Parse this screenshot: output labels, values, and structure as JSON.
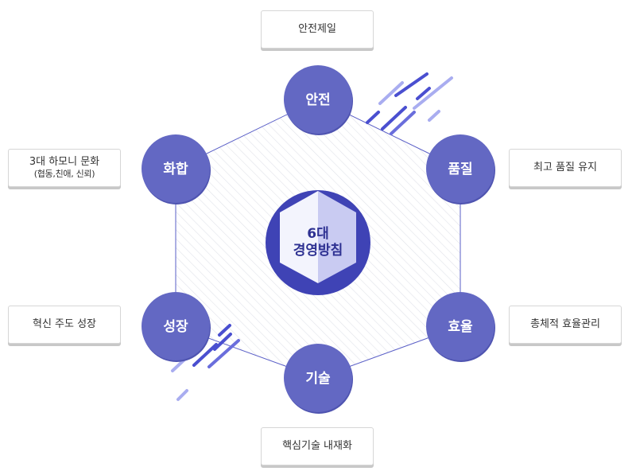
{
  "center": {
    "line1": "6대",
    "line2": "경영방침"
  },
  "nodes": {
    "safety": "안전",
    "quality": "품질",
    "efficiency": "효율",
    "technology": "기술",
    "growth": "성장",
    "harmony": "화합"
  },
  "boxes": {
    "safety": {
      "main": "안전제일"
    },
    "quality": {
      "main": "최고 품질 유지"
    },
    "efficiency": {
      "main": "총체적 효율관리"
    },
    "technology": {
      "main": "핵심기술 내재화"
    },
    "growth": {
      "main": "혁신 주도 성장"
    },
    "harmony": {
      "main": "3대 하모니 문화",
      "sub": "(협동,친애, 신뢰)"
    }
  },
  "colors": {
    "node_fill": "#6368c3",
    "node_shadow": "#4f54b0",
    "center_outer": "#3f43b5",
    "center_left": "#6a6edc",
    "center_right": "#c9cbf2",
    "center_text": "#2e3192",
    "hexagon_line": "#5a5fc7",
    "stripe_light": "#a9adf0",
    "stripe_dark": "#4a4fd0"
  }
}
